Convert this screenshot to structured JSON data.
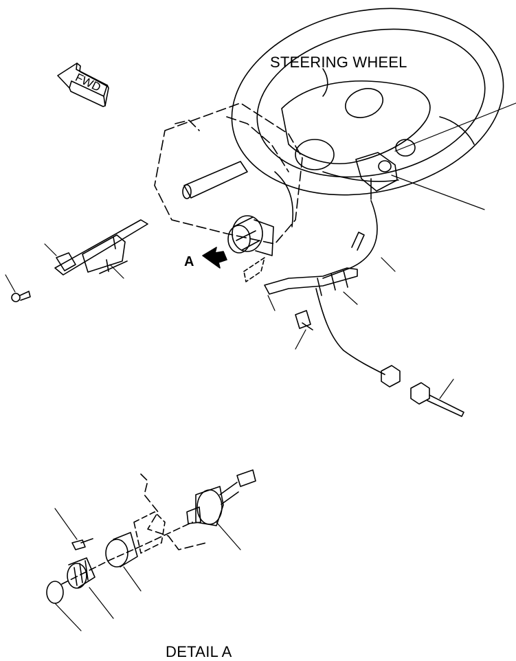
{
  "labels": {
    "steering_wheel": "STEERING WHEEL",
    "view_marker": "A",
    "fwd": "FWD",
    "detail_caption": "DETAIL A"
  },
  "colors": {
    "ink": "#000000",
    "paper": "#ffffff"
  }
}
